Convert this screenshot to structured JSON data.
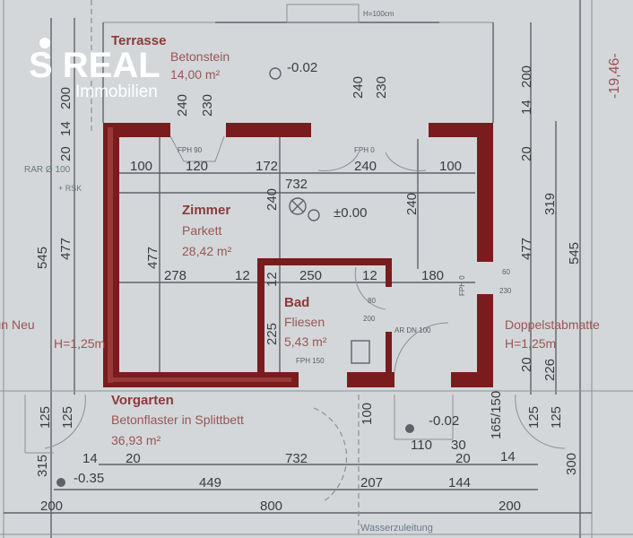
{
  "logo": {
    "brand": "S REAL",
    "sub": "Immobilien"
  },
  "rooms": {
    "terrasse": {
      "name": "Terrasse",
      "floor": "Betonstein",
      "area": "14,00 m²"
    },
    "zimmer": {
      "name": "Zimmer",
      "floor": "Parkett",
      "area": "28,42 m²"
    },
    "bad": {
      "name": "Bad",
      "floor": "Fliesen",
      "area": "5,43 m²"
    },
    "vorgarten": {
      "name": "Vorgarten",
      "floor": "Betonflaster in Splittbett",
      "area": "36,93 m²"
    }
  },
  "annotations": {
    "height_top": "H=100cm",
    "level_terrace": "-0.02",
    "level_floor": "±0.00",
    "level_front": "-0.35",
    "level_entry": "-0.02",
    "elevation": "-19,46-",
    "fence_left": "Maschendrahtzaun Neu",
    "fence_left_h": "H=1,25m",
    "fence_right": "Doppelstabmatte",
    "fence_right_h": "H=1,25m",
    "rar": "RAR Ø 100",
    "rsk": "+ RSK",
    "water": "Wasserzuleitung",
    "window_1": "FPH 90",
    "window_2": "FPH 0",
    "window_3": "FPH 0",
    "window_bad": "FPH 150",
    "ar": "AR DN 100",
    "fenster_80": "80",
    "fenster_200": "200",
    "fenster_60": "60",
    "fenster_230": "230"
  },
  "dimensions": {
    "top_row": [
      "100",
      "120",
      "172",
      "240",
      "100"
    ],
    "mid_row": [
      "278",
      "12",
      "250",
      "12",
      "180"
    ],
    "inner_732": "732",
    "left_col": [
      "545",
      "477",
      "20",
      "14",
      "200",
      "477"
    ],
    "right_col": [
      "200",
      "14",
      "20",
      "477",
      "319",
      "545",
      "226",
      "20"
    ],
    "h240_1": "240",
    "h230_1": "230",
    "h240_2": "240",
    "h230_2": "230",
    "h240_3": "240",
    "h240_4": "240",
    "bad_225": "225",
    "bad_12": "12",
    "front_125": [
      "125",
      "125",
      "125",
      "125"
    ],
    "front_315": "315",
    "front_300": "300",
    "front_100": "100",
    "front_110": "110",
    "front_30": "30",
    "bottom_row1": [
      "14",
      "20",
      "732",
      "20",
      "14"
    ],
    "bottom_row2": [
      "449",
      "207",
      "144"
    ],
    "bottom_row3": [
      "200",
      "800",
      "200"
    ],
    "front_165": "165/150"
  }
}
